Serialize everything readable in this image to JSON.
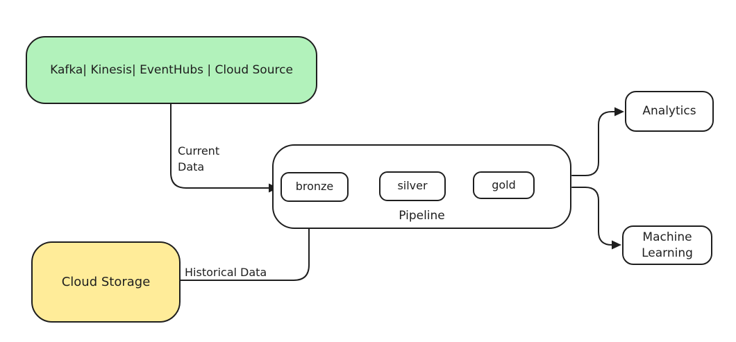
{
  "canvas": {
    "background": "#ffffff",
    "stroke_color": "#1e1e1e"
  },
  "nodes": {
    "cloud_source": {
      "label": "Kafka| Kinesis| EventHubs | Cloud Source",
      "fill": "#b2f2bb"
    },
    "cloud_storage": {
      "label": "Cloud Storage",
      "fill": "#ffec99"
    },
    "pipeline": {
      "label": "Pipeline",
      "fill": "#ffffff"
    },
    "bronze": {
      "label": "bronze",
      "fill": "#ffffff"
    },
    "silver": {
      "label": "silver",
      "fill": "#ffffff"
    },
    "gold": {
      "label": "gold",
      "fill": "#ffffff"
    },
    "analytics": {
      "label": "Analytics",
      "fill": "#ffffff"
    },
    "machine_learning": {
      "label": "Machine Learning",
      "fill": "#ffffff"
    }
  },
  "edges": {
    "current_data": {
      "label": "Current\nData"
    },
    "historical_data": {
      "label": "Historical Data"
    },
    "bronze_to_silver": {
      "label": ""
    },
    "silver_to_gold": {
      "label": ""
    },
    "pipeline_to_analytics": {
      "label": ""
    },
    "pipeline_to_machine_learning": {
      "label": ""
    }
  }
}
